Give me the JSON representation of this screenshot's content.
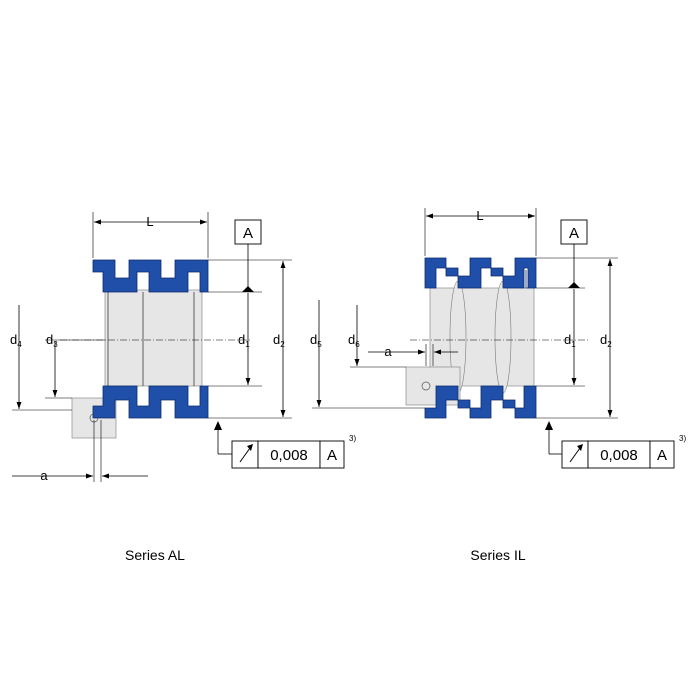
{
  "left_figure": {
    "caption": "Series AL",
    "labels": {
      "length": "L",
      "datum": "A",
      "d1": "d",
      "d1_sub": "1",
      "d2": "d",
      "d2_sub": "2",
      "d3": "d",
      "d3_sub": "3",
      "d4": "d",
      "d4_sub": "4",
      "offset": "a"
    },
    "tolerance": {
      "value": "0,008",
      "datum": "A",
      "footnote": "3)"
    }
  },
  "right_figure": {
    "caption": "Series IL",
    "labels": {
      "length": "L",
      "datum": "A",
      "d1": "d",
      "d1_sub": "1",
      "d2": "d",
      "d2_sub": "2",
      "d5": "d",
      "d5_sub": "5",
      "d6": "d",
      "d6_sub": "6",
      "offset": "a"
    },
    "tolerance": {
      "value": "0,008",
      "datum": "A",
      "footnote": "3)"
    }
  },
  "colors": {
    "bellows": "#1f4fa8",
    "body": "#e6e6e6"
  }
}
